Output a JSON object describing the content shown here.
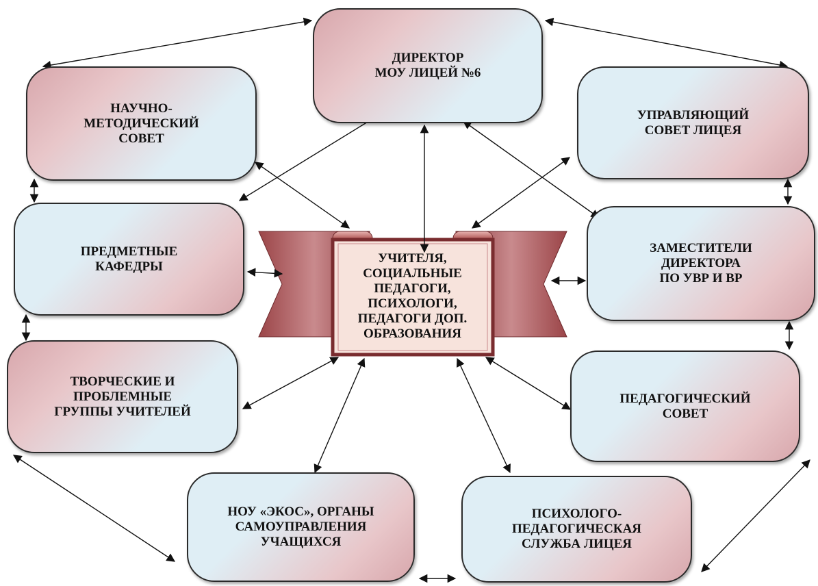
{
  "diagram": {
    "nodes": [
      {
        "id": "director",
        "label": "ДИРЕКТОР\nМОУ ЛИЦЕЙ №6"
      },
      {
        "id": "nmc",
        "label": "НАУЧНО-\nМЕТОДИЧЕСКИЙ\nСОВЕТ"
      },
      {
        "id": "council",
        "label": "УПРАВЛЯЮЩИЙ\nСОВЕТ ЛИЦЕЯ"
      },
      {
        "id": "departments",
        "label": "ПРЕДМЕТНЫЕ\nКАФЕДРЫ"
      },
      {
        "id": "deputies",
        "label": "ЗАМЕСТИТЕЛИ\nДИРЕКТОРА\nПО УВР И ВР"
      },
      {
        "id": "groups",
        "label": "ТВОРЧЕСКИЕ И\nПРОБЛЕМНЫЕ\nГРУППЫ УЧИТЕЛЕЙ"
      },
      {
        "id": "pedsovet",
        "label": "ПЕДАГОГИЧЕСКИЙ\nСОВЕТ"
      },
      {
        "id": "nou",
        "label": "НОУ «ЭКОС», ОРГАНЫ\nСАМОУПРАВЛЕНИЯ\nУЧАЩИХСЯ"
      },
      {
        "id": "psych",
        "label": "ПСИХОЛОГО-\nПЕДАГОГИЧЕСКАЯ\nСЛУЖБА ЛИЦЕЯ"
      }
    ],
    "center": {
      "id": "teachers",
      "label": "УЧИТЕЛЯ,\nСОЦИАЛЬНЫЕ\nПЕДАГОГИ,\nПСИХОЛОГИ,\nПЕДАГОГИ ДОП.\nОБРАЗОВАНИЯ"
    },
    "colors": {
      "box_blue": "#dfeef5",
      "box_pink": "#d8a7ac",
      "banner_dark": "#8e3b3f",
      "banner_light": "#c98a8d",
      "scroll_fill": "#f7e3dc",
      "line": "#111111"
    }
  }
}
